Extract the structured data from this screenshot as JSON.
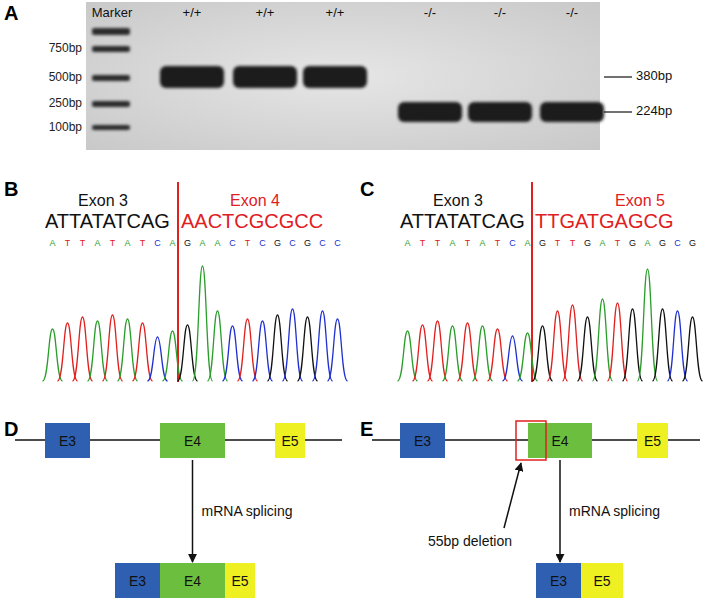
{
  "diagram": {
    "nodes": [
      {
        "text": [
          "E3"
        ]
      },
      {
        "text": [
          "E4"
        ]
      },
      {
        "text": [
          "E5"
        ]
      },
      {
        "text": [
          "E3"
        ]
      },
      {
        "text": [
          "E4"
        ]
      },
      {
        "text": [
          "E5"
        ]
      },
      {
        "text": [
          "E3"
        ]
      },
      {
        "text": [
          "E4"
        ]
      },
      {
        "text": [
          "E5"
        ]
      },
      {
        "text": [
          "E3"
        ]
      },
      {
        "text": [
          "E5"
        ]
      }
    ],
    "edges": [
      {
        "from": 1,
        "to": 4,
        "arrow": "to",
        "label": "mRNA splicing"
      },
      {
        "from": 7,
        "to": 9,
        "arrow": "to",
        "label": "mRNA splicing"
      }
    ],
    "labels": [
      "A",
      "Marker",
      "+/+",
      "+/+",
      "+/+",
      "-/-",
      "-/-",
      "-/-",
      "750bp",
      "500bp",
      "250bp",
      "100bp",
      "380bp",
      "224bp",
      "B",
      "Exon 3",
      "Exon 4",
      "ATTATATCAG",
      "AACTCGCGCC",
      "ATTATATCAGAACTCGCGCC",
      "C",
      "Exon 3",
      "Exon 5",
      "ATTATATCAG",
      "TTGATGAGCG",
      "ATTATATCAGTTGATGAGCG",
      "D",
      "E",
      "55bp deletion"
    ]
  }
}
